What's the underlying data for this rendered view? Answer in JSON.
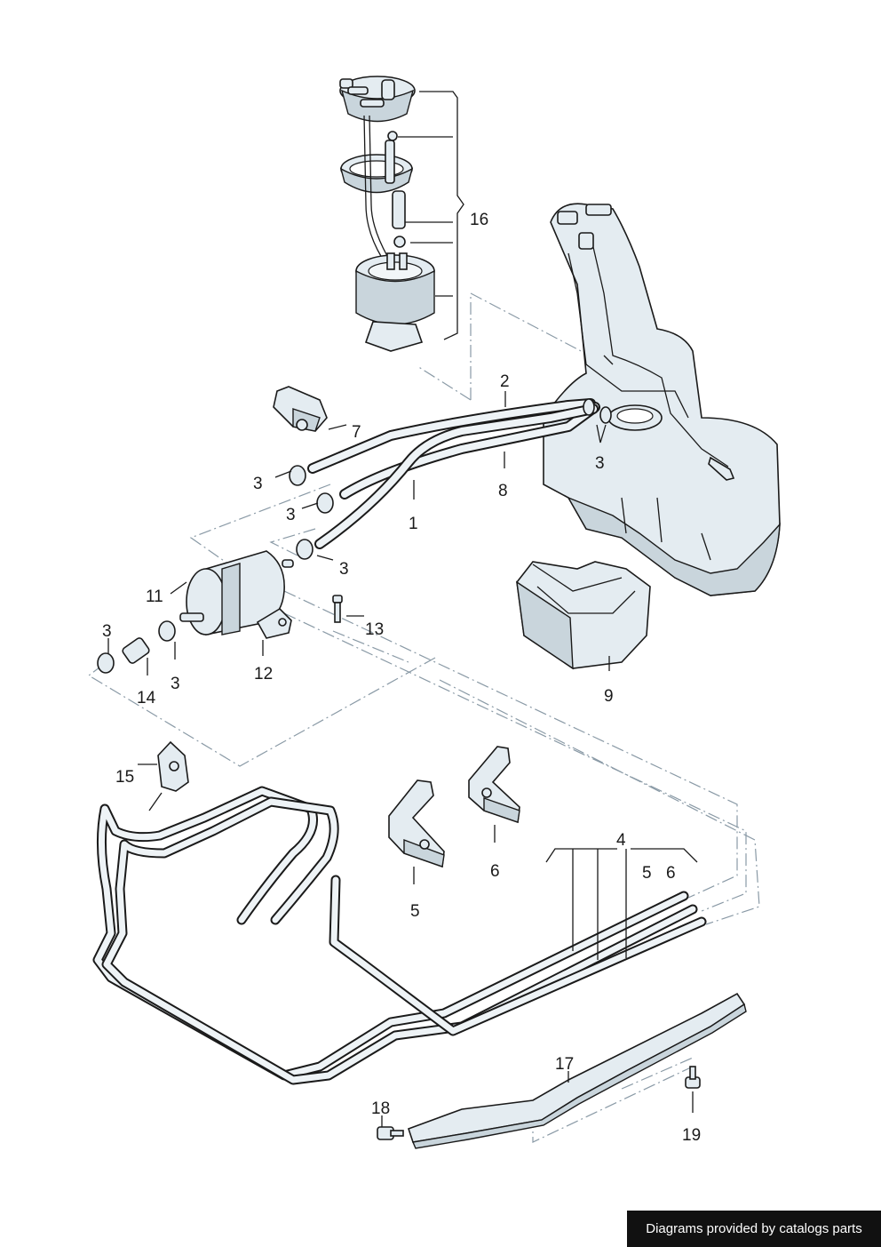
{
  "callouts": {
    "c1": "1",
    "c2": "2",
    "c3a": "3",
    "c3b": "3",
    "c3c": "3",
    "c3d": "3",
    "c3e": "3",
    "c3f": "3",
    "c4": "4",
    "c5a": "5",
    "c5b": "5",
    "c6a": "6",
    "c6b": "6",
    "c7": "7",
    "c8": "8",
    "c9": "9",
    "c11": "11",
    "c12": "12",
    "c13": "13",
    "c14": "14",
    "c15": "15",
    "c16": "16",
    "c17": "17",
    "c18": "18",
    "c19": "19"
  },
  "credit": "Diagrams provided by catalogs parts",
  "colors": {
    "line": "#1a1a1a",
    "part_fill": "#e4ecf1",
    "part_shade": "#c9d5dc",
    "dash": "#8a9aa6",
    "credit_bg": "#111111"
  }
}
